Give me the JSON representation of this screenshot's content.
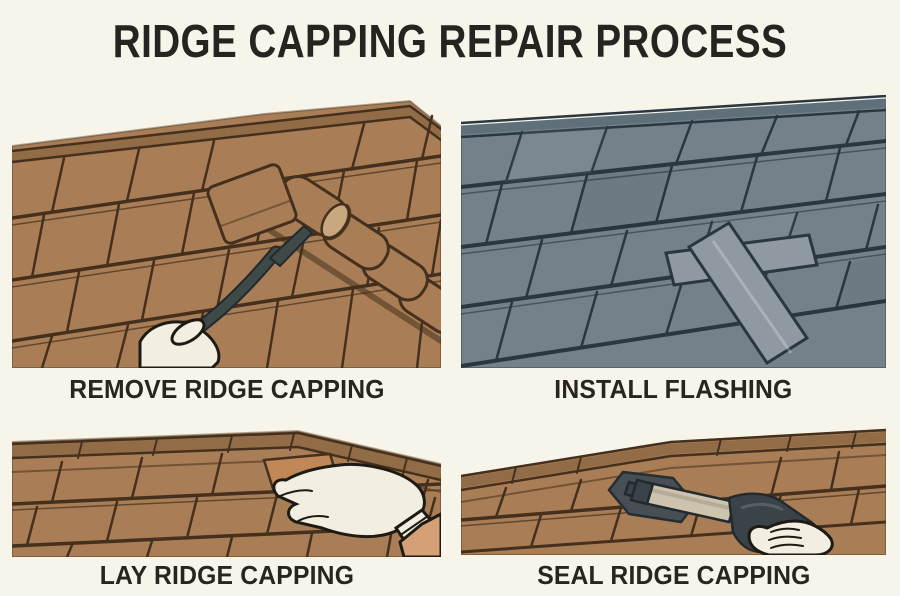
{
  "title": "RIDGE CAPPING REPAIR PROCESS",
  "steps": [
    {
      "label": "REMOVE RIDGE CAPPING"
    },
    {
      "label": "INSTALL FLASHING"
    },
    {
      "label": "LAY RIDGE CAPPING"
    },
    {
      "label": "SEAL RIDGE CAPPING"
    }
  ],
  "palette": {
    "background": "#f7f5ea",
    "title_text": "#262420",
    "caption_text": "#28251f",
    "tile_brown": "#a97e56",
    "tile_brown_dark": "#926c46",
    "tile_line_brown": "#44301c",
    "tile_rim": "#c9a77f",
    "lifted_tile_orange": "#c28757",
    "slate": "#74818b",
    "slate_light": "#8e99a2",
    "slate_line": "#2b373f",
    "slate_band": "#60707b",
    "glove_white": "#f2eee1",
    "outline_dark": "#1e1a14",
    "skin": "#d6a077",
    "tool_dark": "#3e4a47",
    "gun_dark": "#3a4348",
    "barrel_beige": "#cec3ad",
    "sealant_dark": "#454f54"
  }
}
